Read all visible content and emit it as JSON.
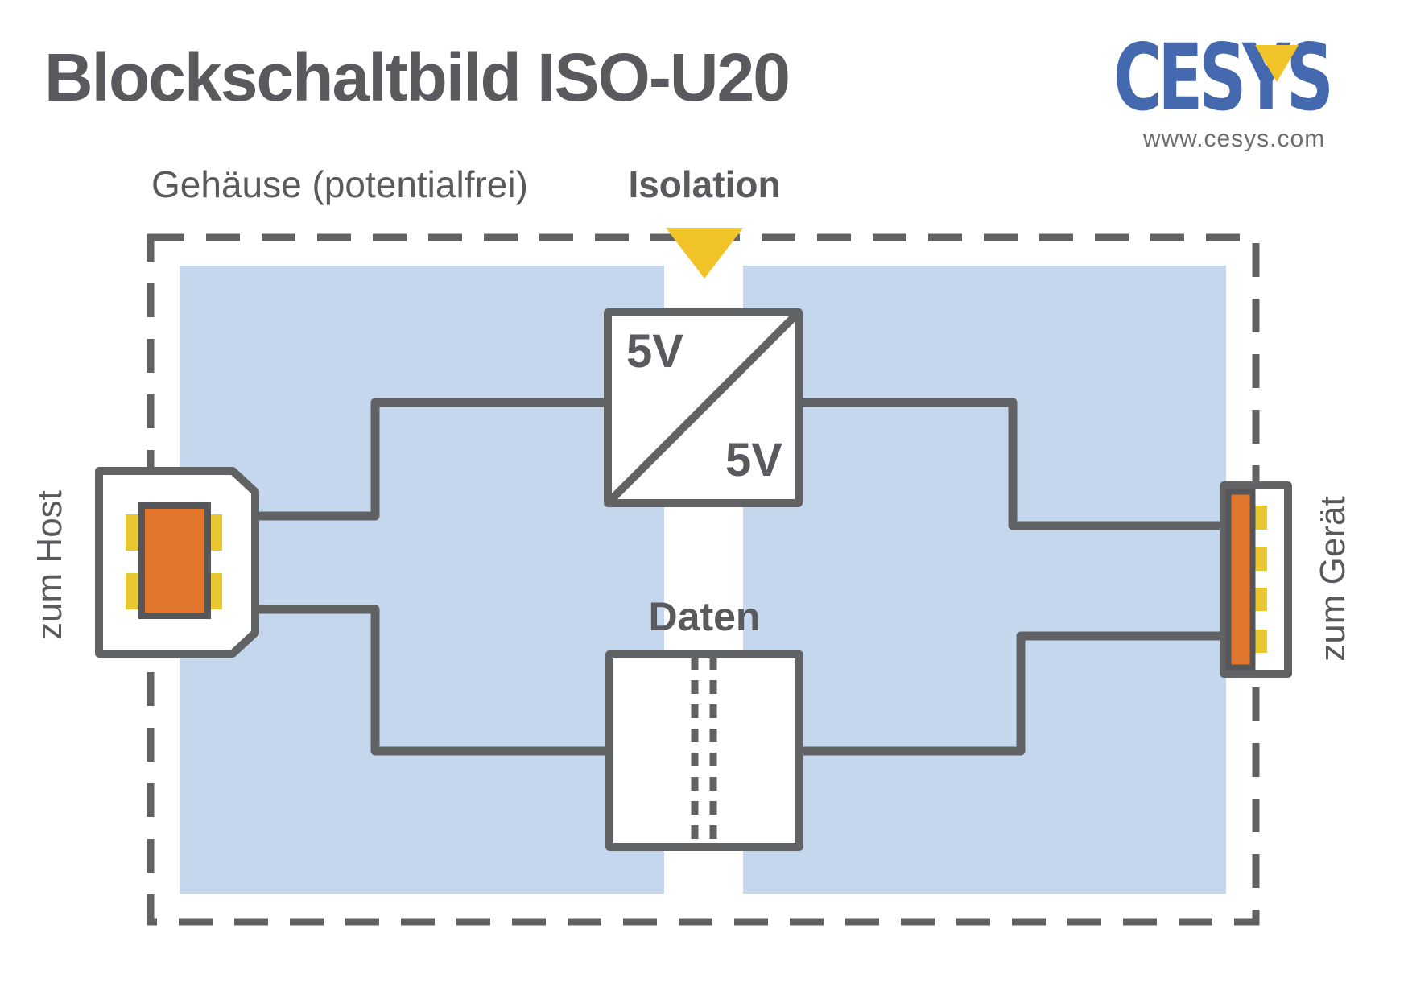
{
  "header": {
    "title": "Blockschaltbild ISO-U20"
  },
  "logo": {
    "name": "CESYS",
    "website": "www.cesys.com"
  },
  "diagram": {
    "enclosure_label": "Gehäuse (potentialfrei)",
    "isolation_label": "Isolation",
    "data_label": "Daten",
    "dcdc": {
      "primary_label": "5V",
      "secondary_label": "5V"
    },
    "host_label": "zum Host",
    "device_label": "zum Gerät"
  },
  "colors": {
    "line_gray": "#616264",
    "text_gray": "#595a5d",
    "panel_blue": "#c5d7ec",
    "connector_orange": "#e2762c",
    "connector_border": "#555659",
    "pin_yellow": "#e9c733",
    "isolation_yellow": "#f0c429",
    "logo_blue": "#4569ae",
    "website_gray": "#6d6d6d",
    "background": "#ffffff"
  }
}
